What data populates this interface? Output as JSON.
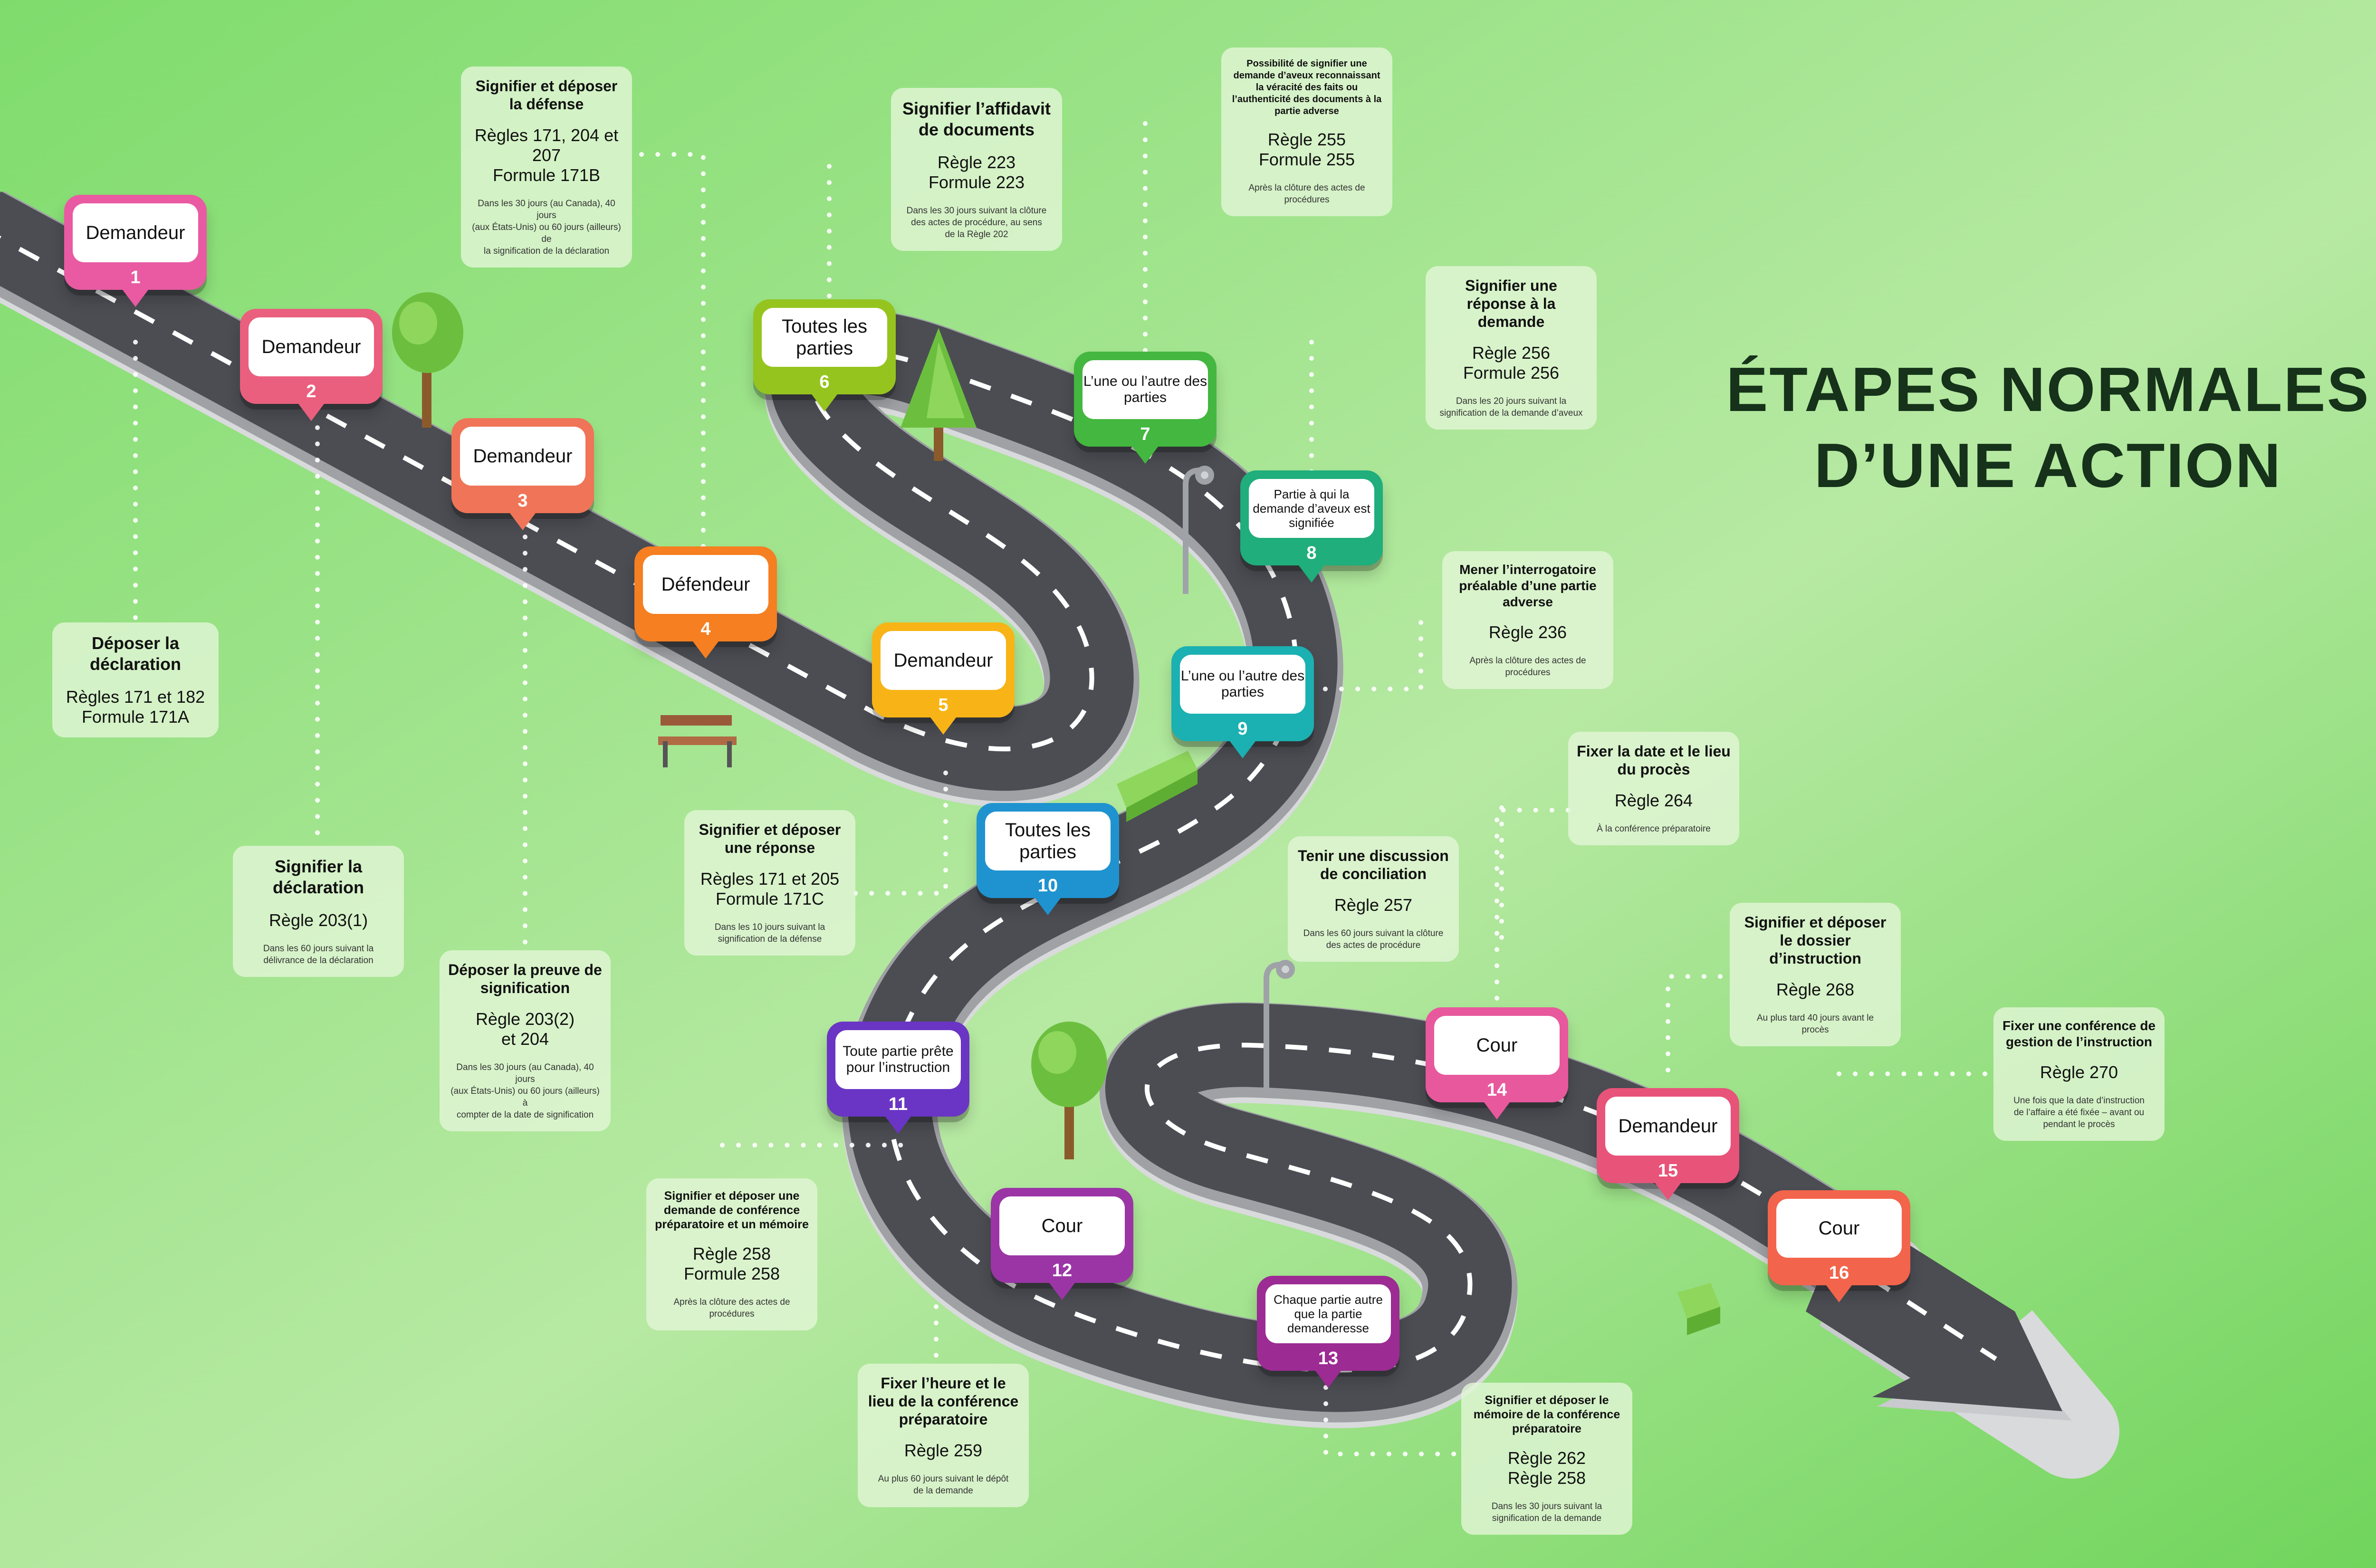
{
  "title": {
    "line1": "ÉTAPES NORMALES",
    "line2": "D’UNE ACTION"
  },
  "colors": {
    "bg_start": "#7fdc6c",
    "bg_end": "#c2ecb0",
    "road": "#4b4d53",
    "road_edge": "#d9dadc",
    "lane": "#ffffff",
    "pins": [
      "#e95aa2",
      "#ea5f7e",
      "#f07457",
      "#f57f21",
      "#f8b416",
      "#96c41f",
      "#43b73f",
      "#1fae7c",
      "#1bb0b1",
      "#1f93cf",
      "#6a35c4",
      "#9b35a6",
      "#9c2b93",
      "#e8589d",
      "#e8537a",
      "#f2644b"
    ]
  },
  "steps": [
    {
      "num": "1",
      "label": "Demandeur"
    },
    {
      "num": "2",
      "label": "Demandeur"
    },
    {
      "num": "3",
      "label": "Demandeur"
    },
    {
      "num": "4",
      "label": "Défendeur"
    },
    {
      "num": "5",
      "label": "Demandeur"
    },
    {
      "num": "6",
      "label": "Toutes les parties"
    },
    {
      "num": "7",
      "label": "L’une ou l’autre des parties"
    },
    {
      "num": "8",
      "label": "Partie à qui la demande d’aveux est signifiée"
    },
    {
      "num": "9",
      "label": "L’une ou l’autre des parties"
    },
    {
      "num": "10",
      "label": "Toutes les parties"
    },
    {
      "num": "11",
      "label": "Toute partie prête pour l’instruction"
    },
    {
      "num": "12",
      "label": "Cour"
    },
    {
      "num": "13",
      "label": "Chaque partie autre que la partie demanderesse"
    },
    {
      "num": "14",
      "label": "Cour"
    },
    {
      "num": "15",
      "label": "Demandeur"
    },
    {
      "num": "16",
      "label": "Cour"
    }
  ],
  "cards": [
    {
      "title": "Déposer la déclaration",
      "rule": "Règles 171 et 182\nFormule 171A",
      "note": ""
    },
    {
      "title": "Signifier la déclaration",
      "rule": "Règle 203(1)",
      "note": "Dans les 60 jours suivant la\ndélivrance de la déclaration"
    },
    {
      "title": "Déposer la preuve de signification",
      "rule": "Règle 203(2)\net 204",
      "note": "Dans les 30 jours (au Canada), 40 jours\n(aux États-Unis) ou 60 jours (ailleurs) à\ncompter de la date de signification"
    },
    {
      "title": "Signifier et déposer la défense",
      "rule": "Règles 171, 204 et 207\nFormule 171B",
      "note": "Dans les 30 jours (au Canada), 40 jours\n(aux États-Unis) ou 60 jours (ailleurs) de\nla signification de la déclaration"
    },
    {
      "title": "Signifier et déposer une réponse",
      "rule": "Règles 171 et 205\nFormule 171C",
      "note": "Dans les 10 jours suivant la\nsignification de la défense"
    },
    {
      "title": "Signifier l’affidavit de documents",
      "rule": "Règle 223\nFormule 223",
      "note": "Dans les 30 jours suivant la clôture\ndes actes de procédure, au sens\nde la Règle 202"
    },
    {
      "title": "Possibilité de signifier une demande d’aveux reconnaissant la véracité des faits ou l’authenticité des documents à la partie adverse",
      "rule": "Règle 255\nFormule 255",
      "note": "Après la clôture des actes de\nprocédures"
    },
    {
      "title": "Signifier une réponse à la demande",
      "rule": "Règle 256\nFormule 256",
      "note": "Dans les 20 jours suivant la\nsignification de la demande d’aveux"
    },
    {
      "title": "Mener l’interrogatoire préalable d’une partie adverse",
      "rule": "Règle 236",
      "note": "Après la clôture des actes de\nprocédures"
    },
    {
      "title": "Tenir une discussion de conciliation",
      "rule": "Règle 257",
      "note": "Dans les 60 jours suivant la clôture\ndes actes de procédure"
    },
    {
      "title": "Signifier et déposer une demande de conférence préparatoire et un mémoire",
      "rule": "Règle 258\nFormule 258",
      "note": "Après la clôture des actes de\nprocédures"
    },
    {
      "title": "Fixer l’heure et le lieu de la conférence préparatoire",
      "rule": "Règle 259",
      "note": "Au plus 60 jours suivant le dépôt\nde la demande"
    },
    {
      "title": "Signifier et déposer le mémoire de la conférence préparatoire",
      "rule": "Règle 262\nRègle 258",
      "note": "Dans les 30 jours suivant la\nsignification de la demande"
    },
    {
      "title": "Fixer la date et le lieu du procès",
      "rule": "Règle 264",
      "note": "À la conférence préparatoire"
    },
    {
      "title": "Signifier et déposer le dossier d’instruction",
      "rule": "Règle 268",
      "note": "Au plus tard 40 jours avant le\nprocès"
    },
    {
      "title": "Fixer une conférence de gestion de l’instruction",
      "rule": "Règle 270",
      "note": "Une fois que la date d’instruction\nde l’affaire a été fixée – avant ou\npendant le procès"
    }
  ]
}
